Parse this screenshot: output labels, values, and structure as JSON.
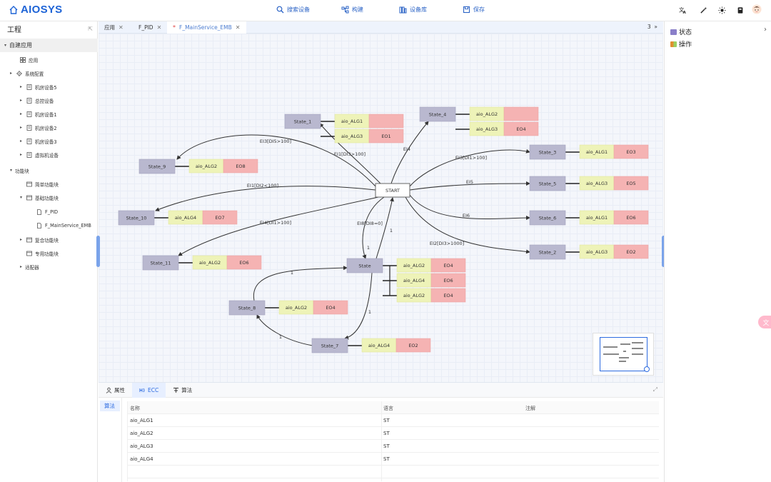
{
  "app": {
    "logo_text": "AIOSYS"
  },
  "toolbar": {
    "search_label": "搜索设备",
    "build_label": "构建",
    "library_label": "设备库",
    "save_label": "保存"
  },
  "left_panel": {
    "title": "工程",
    "tree": [
      {
        "label": "自建应用"
      },
      {
        "label": "应用"
      },
      {
        "label": "系统配置"
      },
      {
        "label": "机房设备5"
      },
      {
        "label": "总控设备"
      },
      {
        "label": "机房设备1"
      },
      {
        "label": "机房设备2"
      },
      {
        "label": "机房设备3"
      },
      {
        "label": "虚拟机设备"
      },
      {
        "label": "功能块"
      },
      {
        "label": "简单功能块"
      },
      {
        "label": "基础功能块"
      },
      {
        "label": "F_PID"
      },
      {
        "label": "F_MainService_EMB"
      },
      {
        "label": "复合功能块"
      },
      {
        "label": "专用功能块"
      },
      {
        "label": "适配器"
      }
    ]
  },
  "tabs": {
    "items": [
      {
        "label": "应用"
      },
      {
        "label": "F_PID"
      },
      {
        "label": "F_MainService_EMB"
      }
    ],
    "modified_mark": "*",
    "count": "3"
  },
  "ecc": {
    "start": "START",
    "states": [
      {
        "name": "State_1"
      },
      {
        "name": "State_4"
      },
      {
        "name": "State_9"
      },
      {
        "name": "State_3"
      },
      {
        "name": "State_5"
      },
      {
        "name": "State_10"
      },
      {
        "name": "State_6"
      },
      {
        "name": "State_2"
      },
      {
        "name": "State_11"
      },
      {
        "name": "State"
      },
      {
        "name": "State_8"
      },
      {
        "name": "State_7"
      }
    ],
    "actions": [
      {
        "alg": "aio_ALG1",
        "eo": ""
      },
      {
        "alg": "aio_ALG3",
        "eo": "EO1"
      },
      {
        "alg": "aio_ALG2",
        "eo": ""
      },
      {
        "alg": "aio_ALG3",
        "eo": "EO4"
      },
      {
        "alg": "aio_ALG2",
        "eo": "EO8"
      },
      {
        "alg": "aio_ALG1",
        "eo": "EO3"
      },
      {
        "alg": "aio_ALG3",
        "eo": "EO5"
      },
      {
        "alg": "aio_ALG4",
        "eo": "EO7"
      },
      {
        "alg": "aio_ALG1",
        "eo": "EO6"
      },
      {
        "alg": "aio_ALG3",
        "eo": "EO2"
      },
      {
        "alg": "aio_ALG2",
        "eo": "EO6"
      },
      {
        "alg": "aio_ALG2",
        "eo": "EO4"
      },
      {
        "alg": "aio_ALG4",
        "eo": "EO6"
      },
      {
        "alg": "aio_ALG2",
        "eo": "EO4"
      },
      {
        "alg": "aio_ALG2",
        "eo": "EO4"
      },
      {
        "alg": "aio_ALG4",
        "eo": "EO2"
      }
    ],
    "edge_labels": [
      "EI3[DI5>100]",
      "EI1[DI3>100]",
      "EI4",
      "EI3[DI1>100]",
      "EI1[DI2<100]",
      "EI5",
      "EI4[DI1>100]",
      "EI8[DI8=0]",
      "EI6",
      "EI2[DI3>1000]",
      "1",
      "1",
      "1",
      "1",
      "1"
    ]
  },
  "bottom_panel": {
    "tabs": [
      {
        "label": "属性"
      },
      {
        "label": "ECC"
      },
      {
        "label": "算法"
      }
    ],
    "side_label": "算法",
    "table": {
      "headers": [
        "名称",
        "语言",
        "注解"
      ],
      "rows": [
        [
          "aio_ALG1",
          "ST",
          ""
        ],
        [
          "aio_ALG2",
          "ST",
          ""
        ],
        [
          "aio_ALG3",
          "ST",
          ""
        ],
        [
          "aio_ALG4",
          "ST",
          ""
        ]
      ]
    }
  },
  "right_panel": {
    "items": [
      {
        "label": "状态",
        "icon_color": "#8a7fc9"
      },
      {
        "label": "操作",
        "icon_color": "#e0a040"
      }
    ]
  },
  "colors": {
    "brand": "#1d63d6",
    "state_fill": "#b9b8cf",
    "alg_fill": "#eef3b8",
    "eo_fill": "#f5b3b3"
  }
}
